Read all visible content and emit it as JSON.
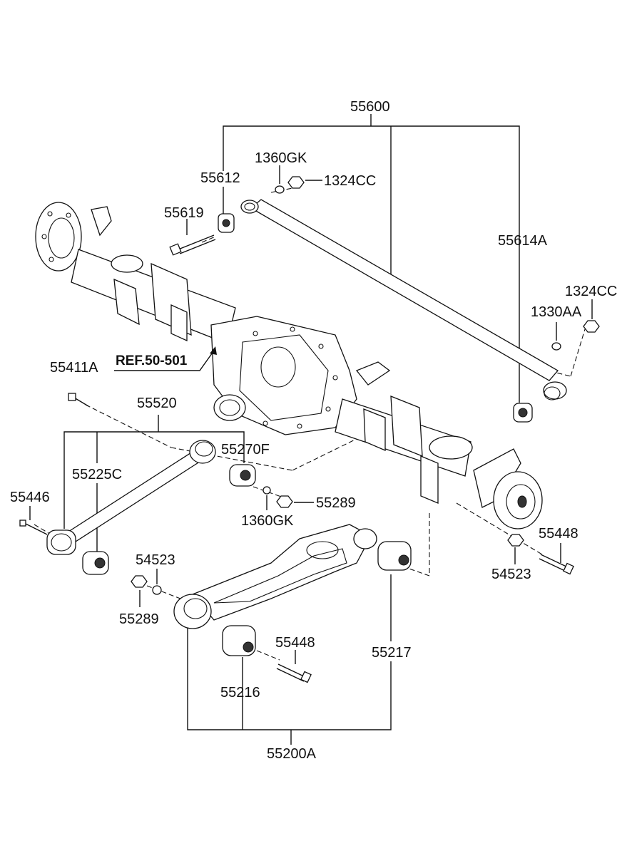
{
  "diagram": {
    "labels": {
      "p55600": "55600",
      "p1360GK_top": "1360GK",
      "p55612": "55612",
      "p1324CC_top": "1324CC",
      "p55619": "55619",
      "p55614A": "55614A",
      "p1324CC_right": "1324CC",
      "p1330AA": "1330AA",
      "p55411A": "55411A",
      "ref": "REF.50-501",
      "p55520": "55520",
      "p55270F": "55270F",
      "p55225C": "55225C",
      "p55446": "55446",
      "p55289_mid": "55289",
      "p1360GK_mid": "1360GK",
      "p55448_right": "55448",
      "p54523_left": "54523",
      "p54523_right": "54523",
      "p55289_left": "55289",
      "p55448_low": "55448",
      "p55217": "55217",
      "p55216": "55216",
      "p55200A": "55200A"
    }
  }
}
